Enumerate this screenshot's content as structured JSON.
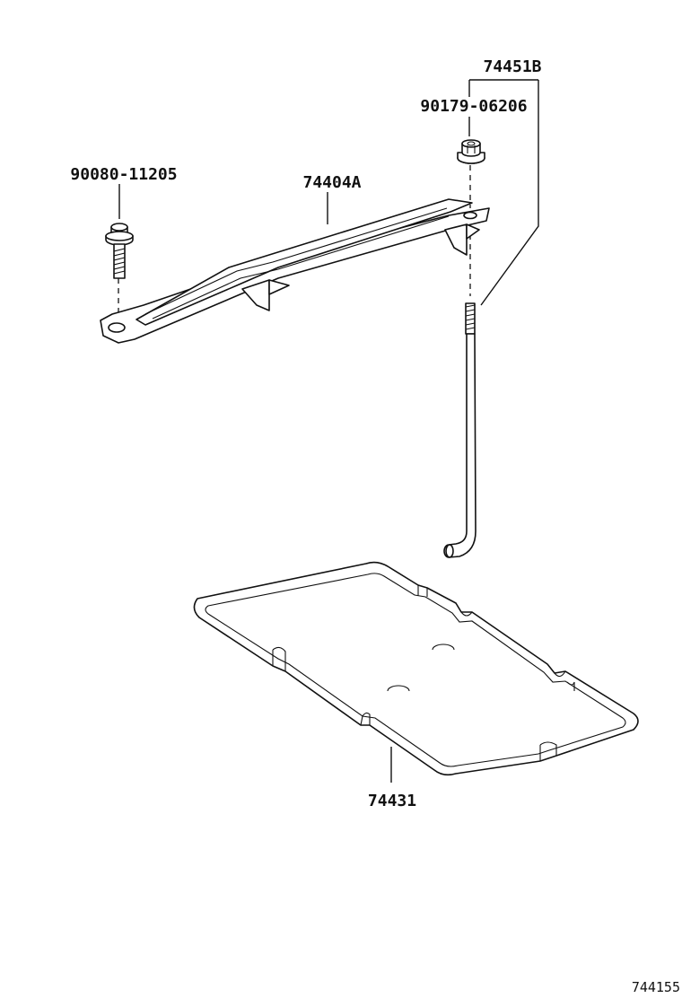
{
  "diagram": {
    "labels": {
      "hold_down_clamp_assembly": "74451B",
      "nut": "90179-06206",
      "bolt": "90080-11205",
      "clamp": "74404A",
      "tray": "74431"
    },
    "figure_code": "744155"
  }
}
